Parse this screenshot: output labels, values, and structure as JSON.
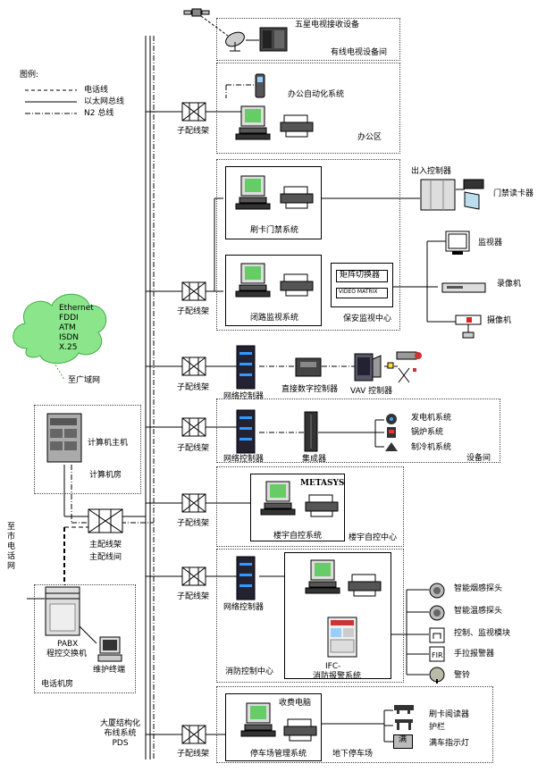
{
  "legend": {
    "title": "图例:",
    "items": [
      {
        "style": "dashed",
        "label": "电话线"
      },
      {
        "style": "solid",
        "label": "以太网总线"
      },
      {
        "style": "dashdot",
        "label": "N2 总线"
      }
    ]
  },
  "cloud": {
    "lines": [
      "Ethernet",
      "FDDI",
      "ATM",
      "ISDN",
      "X.25"
    ],
    "fill_color": "#8be68b"
  },
  "wan_label": "至广域网",
  "vertical_label": "至市电话网",
  "pds_label": [
    "大厦结构化",
    "布线系统",
    "PDS"
  ],
  "sub_dist": "子配线架",
  "main_dist": "主配线架",
  "main_room": "主配线间",
  "network_controller": "网络控制器",
  "sections": {
    "cable_tv": {
      "title": "五星电视接收设备",
      "room": "有线电视设备间"
    },
    "office": {
      "system": "办公自动化系统",
      "zone": "办公区"
    },
    "access": {
      "entry_ctrl": "出入控制器",
      "card_reader": "门禁读卡器",
      "system": "刷卡门禁系统"
    },
    "cctv": {
      "system": "闭路监视系统",
      "matrix": "矩阵切换器",
      "matrix_en": "VIDEO MATRIX",
      "center": "保安监视中心",
      "monitor": "监视器",
      "recorder": "录像机",
      "camera": "摄像机"
    },
    "ddc": {
      "controller": "直接数字控制器",
      "vav": "VAV 控制器"
    },
    "equipment": {
      "items": [
        "发电机系统",
        "锅炉系统",
        "制冷机系统"
      ],
      "integrator": "集成器",
      "room": "设备间"
    },
    "computer_room": {
      "host": "计算机主机",
      "room": "计算机房"
    },
    "bas": {
      "brand": "METASYS",
      "system": "楼宇自控系统",
      "center": "楼宇自控中心"
    },
    "fire": {
      "items": [
        "智能烟感探头",
        "智能温感探头",
        "控制、监视模块",
        "手拉报警器",
        "警铃"
      ],
      "panel": "IFC-",
      "panel2": "消防报警系统",
      "center": "消防控制中心"
    },
    "phone": {
      "pabx": "PABX",
      "pabx2": "程控交换机",
      "terminal": "维护终端",
      "room": "电话机房"
    },
    "parking": {
      "computer": "收费电脑",
      "items": [
        "刷卡阅读器",
        "护栏",
        "满车指示灯"
      ],
      "sign": "满",
      "system": "停车场管理系统",
      "zone": "地下停车场"
    }
  }
}
